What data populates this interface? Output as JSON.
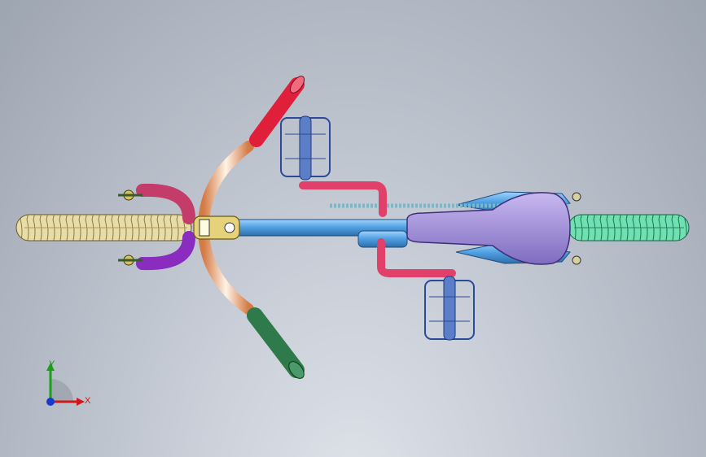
{
  "viewport": {
    "background_top": "#9da5b1",
    "background_bottom": "#dfe3ea"
  },
  "model": {
    "name": "bicycle-assembly",
    "view": "top",
    "components": [
      {
        "name": "front-wheel",
        "color": "#e6d7a0"
      },
      {
        "name": "rear-wheel",
        "color": "#5fd9a0"
      },
      {
        "name": "handlebar",
        "color": "#e8a070"
      },
      {
        "name": "left-grip",
        "color": "#e0203a"
      },
      {
        "name": "right-grip",
        "color": "#2e7a4a"
      },
      {
        "name": "frame-tube",
        "color": "#5aa8e8"
      },
      {
        "name": "saddle",
        "color": "#9a88d8"
      },
      {
        "name": "crank-arm",
        "color": "#e0406a"
      },
      {
        "name": "pedal",
        "color": "#5a7ec8"
      },
      {
        "name": "chain",
        "color": "#7ab8c8"
      },
      {
        "name": "front-fork",
        "color": "#c02080"
      }
    ]
  },
  "triad": {
    "x_label": "X",
    "y_label": "Y",
    "x_color": "#d01818",
    "y_color": "#18a018",
    "z_color": "#1838d0"
  }
}
